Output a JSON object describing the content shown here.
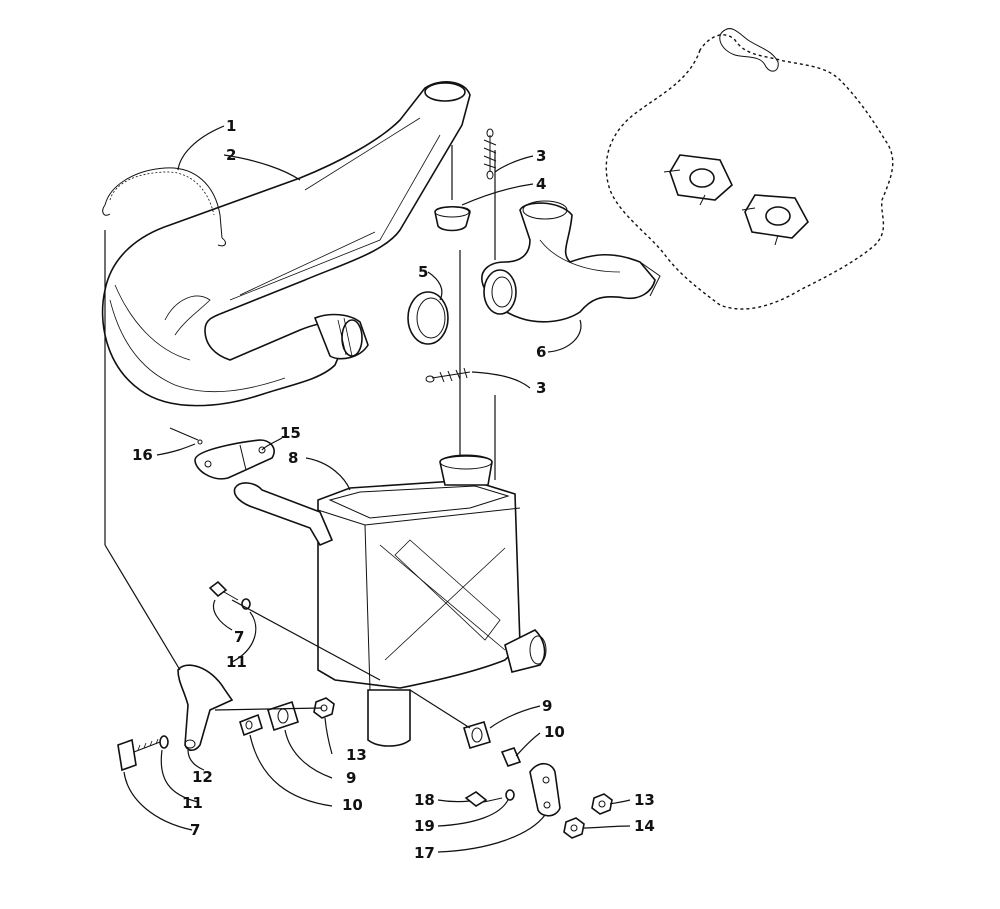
{
  "callouts": {
    "c1": "1",
    "c2": "2",
    "c3a": "3",
    "c3b": "3",
    "c4": "4",
    "c5": "5",
    "c6": "6",
    "c7a": "7",
    "c7b": "7",
    "c8": "8",
    "c9a": "9",
    "c9b": "9",
    "c10a": "10",
    "c10b": "10",
    "c11a": "11",
    "c11b": "11",
    "c12": "12",
    "c13a": "13",
    "c13b": "13",
    "c14": "14",
    "c15": "15",
    "c16": "16",
    "c17": "17",
    "c18": "18",
    "c19": "19"
  },
  "parts": [
    {
      "ref": "1",
      "icon": "spring-strap-icon"
    },
    {
      "ref": "2",
      "icon": "expansion-chamber-icon"
    },
    {
      "ref": "3",
      "icon": "spring-icon"
    },
    {
      "ref": "4",
      "icon": "gasket-cup-icon"
    },
    {
      "ref": "5",
      "icon": "seal-ring-icon"
    },
    {
      "ref": "6",
      "icon": "exhaust-manifold-icon"
    },
    {
      "ref": "7",
      "icon": "bolt-icon"
    },
    {
      "ref": "8",
      "icon": "muffler-icon"
    },
    {
      "ref": "9",
      "icon": "grommet-icon"
    },
    {
      "ref": "10",
      "icon": "spacer-icon"
    },
    {
      "ref": "11",
      "icon": "washer-icon"
    },
    {
      "ref": "12",
      "icon": "bracket-icon"
    },
    {
      "ref": "13",
      "icon": "nut-icon"
    },
    {
      "ref": "14",
      "icon": "nut-icon"
    },
    {
      "ref": "15",
      "icon": "bracket-plate-icon"
    },
    {
      "ref": "16",
      "icon": "pin-icon"
    },
    {
      "ref": "17",
      "icon": "mount-plate-icon"
    },
    {
      "ref": "18",
      "icon": "bolt-icon"
    },
    {
      "ref": "19",
      "icon": "washer-icon"
    }
  ],
  "colors": {
    "ink": "#111111",
    "paper": "#ffffff"
  }
}
